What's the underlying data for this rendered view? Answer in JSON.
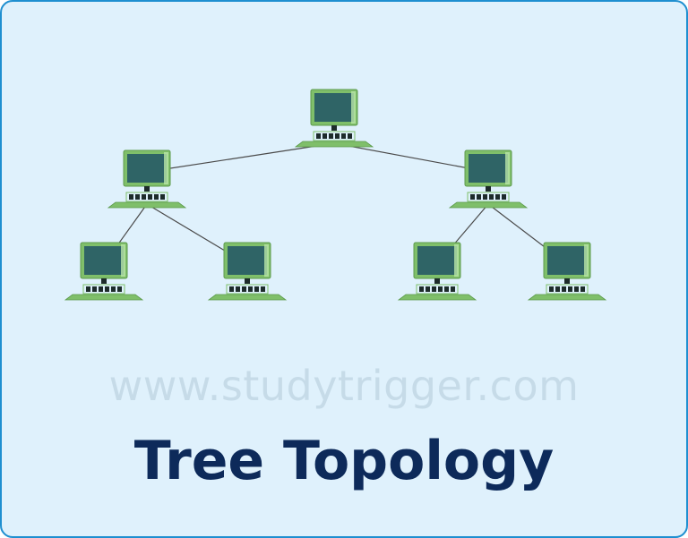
{
  "diagram": {
    "title": "Tree Topology",
    "watermark": "www.studytrigger.com",
    "colors": {
      "background": "#dff1fc",
      "border": "#1e8fd0",
      "title": "#0d2a5a",
      "watermark": "#c6dbe8",
      "computer_frame": "#7fbf6a",
      "screen": "#2f6466",
      "keyboard": "#1d2b2a",
      "link": "#4a4a4a"
    },
    "nodes": [
      {
        "id": "root",
        "icon": "computer-icon"
      },
      {
        "id": "level1-left",
        "icon": "computer-icon"
      },
      {
        "id": "level1-right",
        "icon": "computer-icon"
      },
      {
        "id": "leaf-1",
        "icon": "computer-icon"
      },
      {
        "id": "leaf-2",
        "icon": "computer-icon"
      },
      {
        "id": "leaf-3",
        "icon": "computer-icon"
      },
      {
        "id": "leaf-4",
        "icon": "computer-icon"
      }
    ],
    "links": [
      [
        "root",
        "level1-left"
      ],
      [
        "root",
        "level1-right"
      ],
      [
        "level1-left",
        "leaf-1"
      ],
      [
        "level1-left",
        "leaf-2"
      ],
      [
        "level1-right",
        "leaf-3"
      ],
      [
        "level1-right",
        "leaf-4"
      ]
    ]
  }
}
